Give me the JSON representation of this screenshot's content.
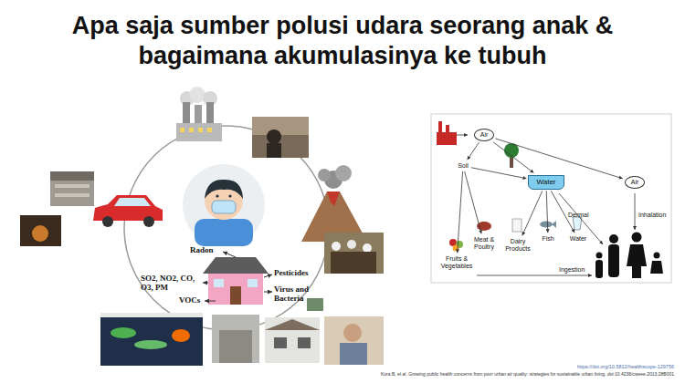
{
  "diagram": {
    "title": "Apa saja sumber polusi udara seorang anak & bagaimana akumulasinya ke tubuh",
    "nodes": [
      {
        "text": [
          "Air"
        ]
      },
      {
        "text": [
          "Soil"
        ]
      },
      {
        "text": [
          "Water"
        ]
      },
      {
        "text": [
          "Air"
        ]
      },
      {
        "text": [
          "Fruits & Vegetables"
        ]
      },
      {
        "text": [
          "Meat & Poultry"
        ]
      },
      {
        "text": [
          "Dairy Products"
        ]
      },
      {
        "text": [
          "Fish"
        ]
      },
      {
        "text": [
          "Water"
        ]
      }
    ],
    "edges": [
      {
        "from": 0,
        "to": 1,
        "arrow": "to"
      },
      {
        "from": 0,
        "to": 2,
        "arrow": "to"
      },
      {
        "from": 1,
        "to": 2,
        "arrow": "to"
      },
      {
        "from": 0,
        "to": 3,
        "arrow": "to"
      },
      {
        "from": 1,
        "to": 4,
        "arrow": "to"
      },
      {
        "from": 1,
        "to": 5,
        "arrow": "to"
      },
      {
        "from": 2,
        "to": 6,
        "arrow": "to"
      },
      {
        "from": 2,
        "to": 7,
        "arrow": "to"
      },
      {
        "from": 2,
        "to": 8,
        "arrow": "to"
      }
    ],
    "labels": [
      "Radon",
      "Pesticides",
      "Virus and Bacteria",
      "SO2, NO2, CO, O3, PM",
      "VOCs",
      "Dermal",
      "Inhalation",
      "Ingestion",
      "https://doi.org/10.5812/healthscope-129756",
      "Kura B, et al. Growing public health concerns from poor urban air quality: strategies for sustainable urban living. doi:10.4236/cweee.2013.28B001"
    ]
  }
}
